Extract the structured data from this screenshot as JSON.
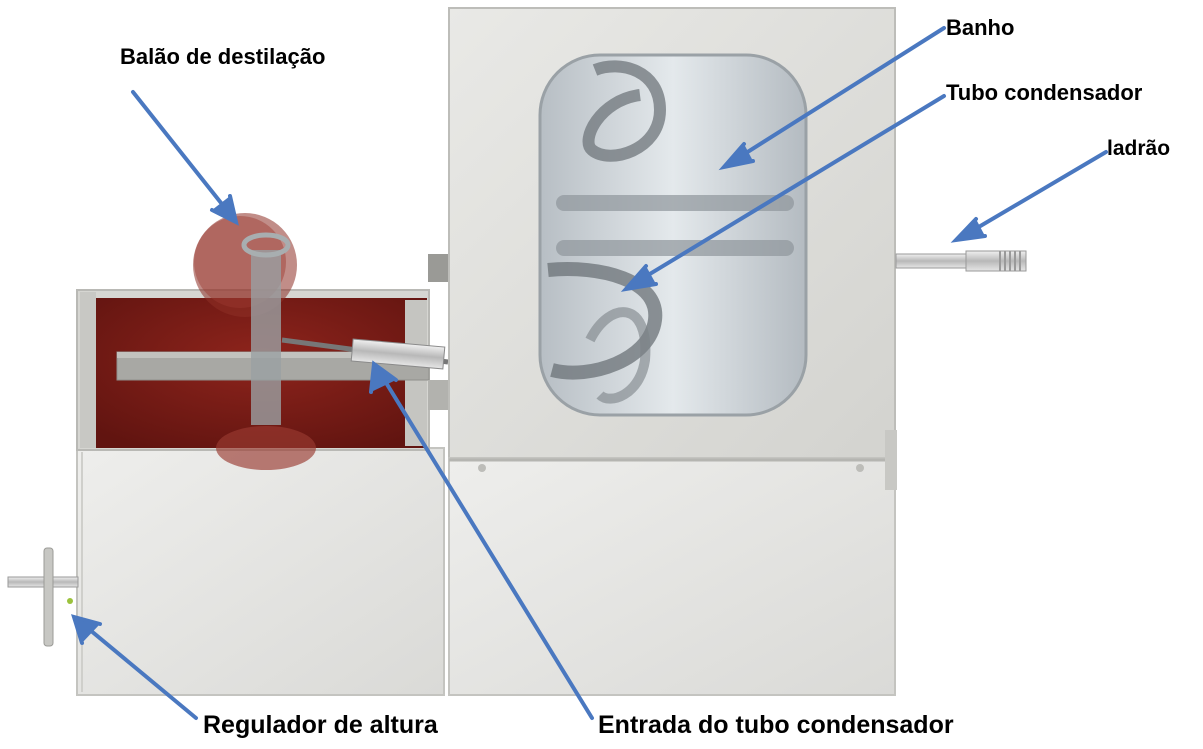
{
  "labels": {
    "balao": "Balão de destilação",
    "banho": "Banho",
    "tubo_condensador": "Tubo condensador",
    "ladrao": "ladrão",
    "regulador": "Regulador de altura",
    "entrada": "Entrada do tubo condensador"
  },
  "colors": {
    "arrow": "#4a78c0",
    "chamber": "#7a1a14",
    "panel": "#e4e4e2",
    "frame": "#c9c9c6"
  }
}
